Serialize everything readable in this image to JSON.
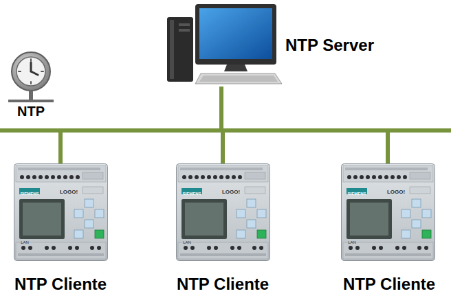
{
  "diagram": {
    "nodes": [
      {
        "text": [
          "NTP Server"
        ]
      },
      {
        "text": [
          "NTP Cliente"
        ]
      },
      {
        "text": [
          "NTP Cliente"
        ]
      },
      {
        "text": [
          "NTP Cliente"
        ]
      }
    ],
    "edges": [
      {
        "from": 0,
        "to": 1,
        "arrow": "none"
      },
      {
        "from": 0,
        "to": 2,
        "arrow": "none"
      },
      {
        "from": 0,
        "to": 3,
        "arrow": "none"
      }
    ],
    "labels": [
      "NTP",
      "SIEMENS",
      "LOGO!",
      "LAN",
      "SIEMENS",
      "LOGO!",
      "LAN",
      "SIEMENS",
      "LOGO!",
      "LAN"
    ]
  }
}
